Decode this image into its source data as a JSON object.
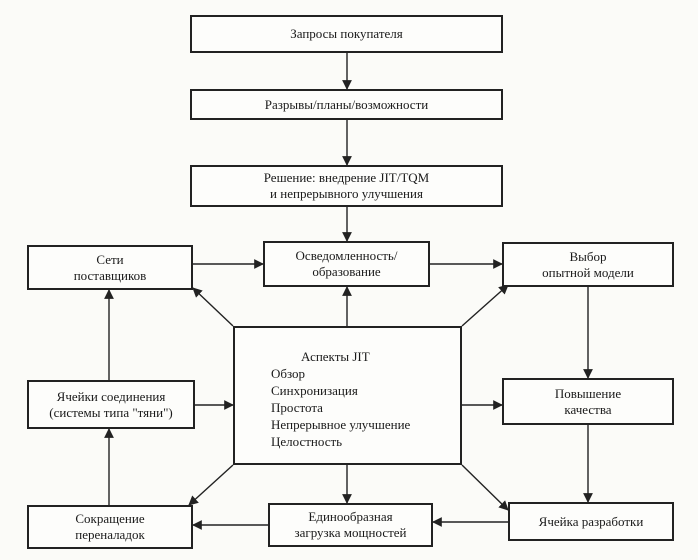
{
  "boxes": {
    "requests": {
      "lines": [
        "Запросы покупателя"
      ]
    },
    "gaps": {
      "lines": [
        "Разрывы/планы/возможности"
      ]
    },
    "decision": {
      "lines": [
        "Решение: внедрение JIT/TQM",
        "и непрерывного улучшения"
      ]
    },
    "awareness": {
      "lines": [
        "Осведомленность/",
        "образование"
      ]
    },
    "suppliers": {
      "lines": [
        "Сети",
        "поставщиков"
      ]
    },
    "pilot": {
      "lines": [
        "Выбор",
        "опытной модели"
      ]
    },
    "cells": {
      "lines": [
        "Ячейки соединения",
        "(системы типа \"тяни\")"
      ]
    },
    "quality": {
      "lines": [
        "Повышение",
        "качества"
      ]
    },
    "setup": {
      "lines": [
        "Сокращение",
        "переналадок"
      ]
    },
    "uniform": {
      "lines": [
        "Единообразная",
        "загрузка мощностей"
      ]
    },
    "design": {
      "lines": [
        "Ячейка разработки"
      ]
    }
  },
  "center": {
    "title": "Аспекты JIT",
    "items": [
      "Обзор",
      "Синхронизация",
      "Простота",
      "Непрерывное улучшение",
      "Целостность"
    ]
  }
}
